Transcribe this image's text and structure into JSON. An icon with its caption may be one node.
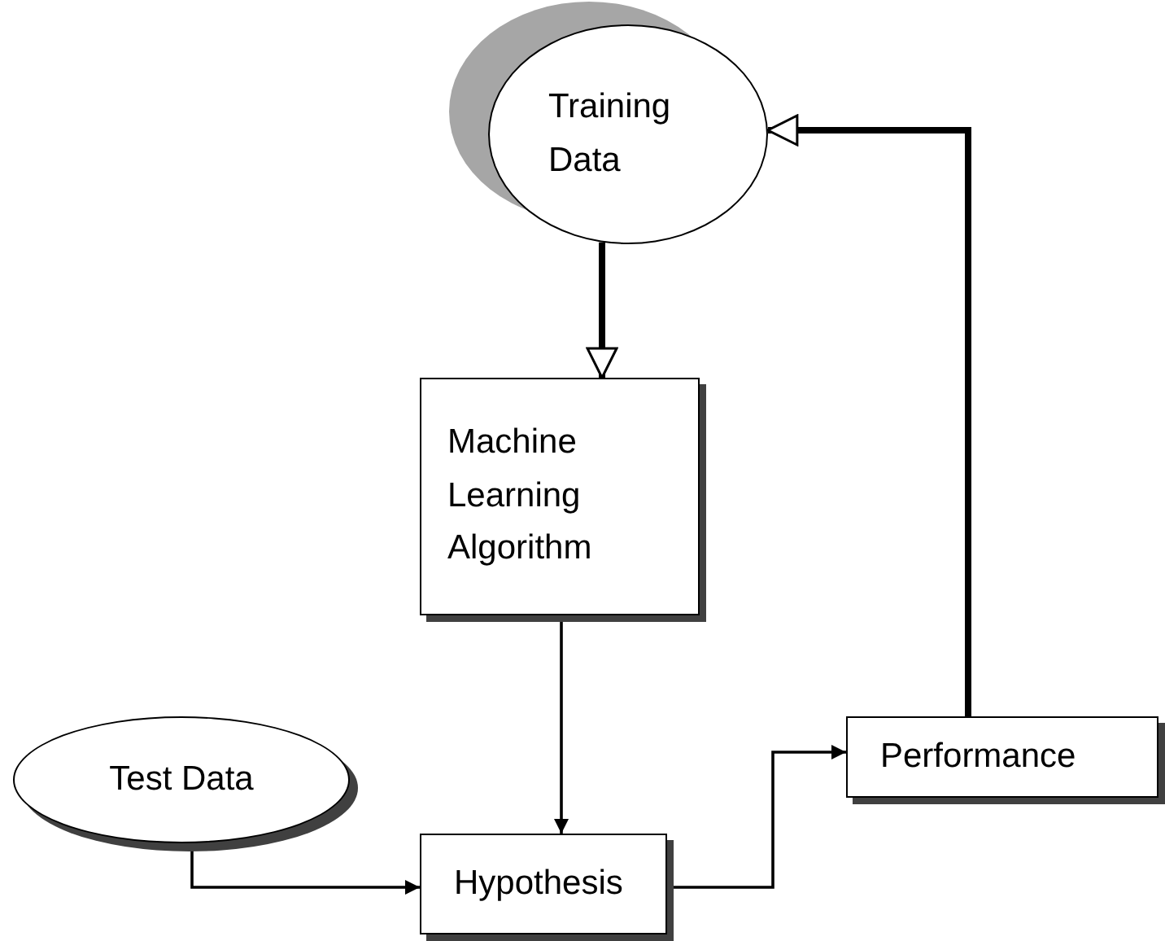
{
  "diagram": {
    "nodes": [
      {
        "text": [
          "Training Data"
        ]
      },
      {
        "text": [
          "Machine Learning Algorithm"
        ]
      },
      {
        "text": [
          "Test Data"
        ]
      },
      {
        "text": [
          "Hypothesis"
        ]
      },
      {
        "text": [
          "Performance"
        ]
      }
    ],
    "edges": [
      {
        "from": 0,
        "to": 1,
        "arrow": "to",
        "style": "thick"
      },
      {
        "from": 1,
        "to": 3,
        "arrow": "to"
      },
      {
        "from": 2,
        "to": 3,
        "arrow": "to"
      },
      {
        "from": 3,
        "to": 4,
        "arrow": "to"
      },
      {
        "from": 4,
        "to": 0,
        "arrow": "to",
        "style": "thick"
      }
    ]
  }
}
